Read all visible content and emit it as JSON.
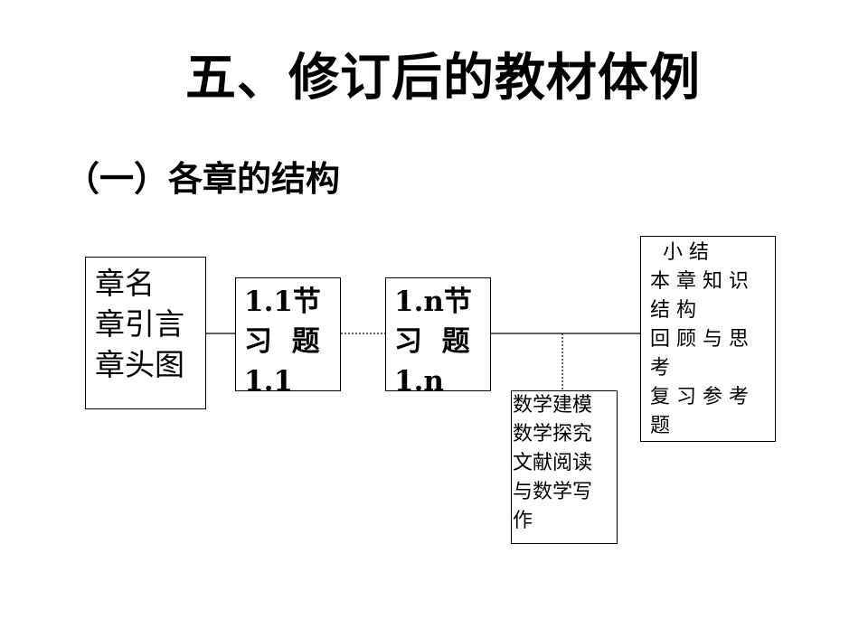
{
  "page": {
    "title": "五、修订后的教材体例",
    "subtitle": "（一）各章的结构"
  },
  "diagram": {
    "boxes": [
      {
        "id": "chapter-intro",
        "lines": [
          "章名",
          "章引言",
          "章头图"
        ]
      },
      {
        "id": "section-first",
        "lines": [
          "1.1节",
          "习  题",
          "1.1"
        ]
      },
      {
        "id": "section-last",
        "lines": [
          "1.n节",
          "习  题",
          "1.n"
        ]
      },
      {
        "id": "activities",
        "lines": [
          "数学建模",
          "数学探究",
          "文献阅读",
          "与数学写",
          "作"
        ]
      },
      {
        "id": "summary",
        "lines": [
          " 小结",
          "本章知识",
          "结构",
          "回顾与思",
          "考",
          "复习参考",
          "题"
        ]
      }
    ]
  }
}
